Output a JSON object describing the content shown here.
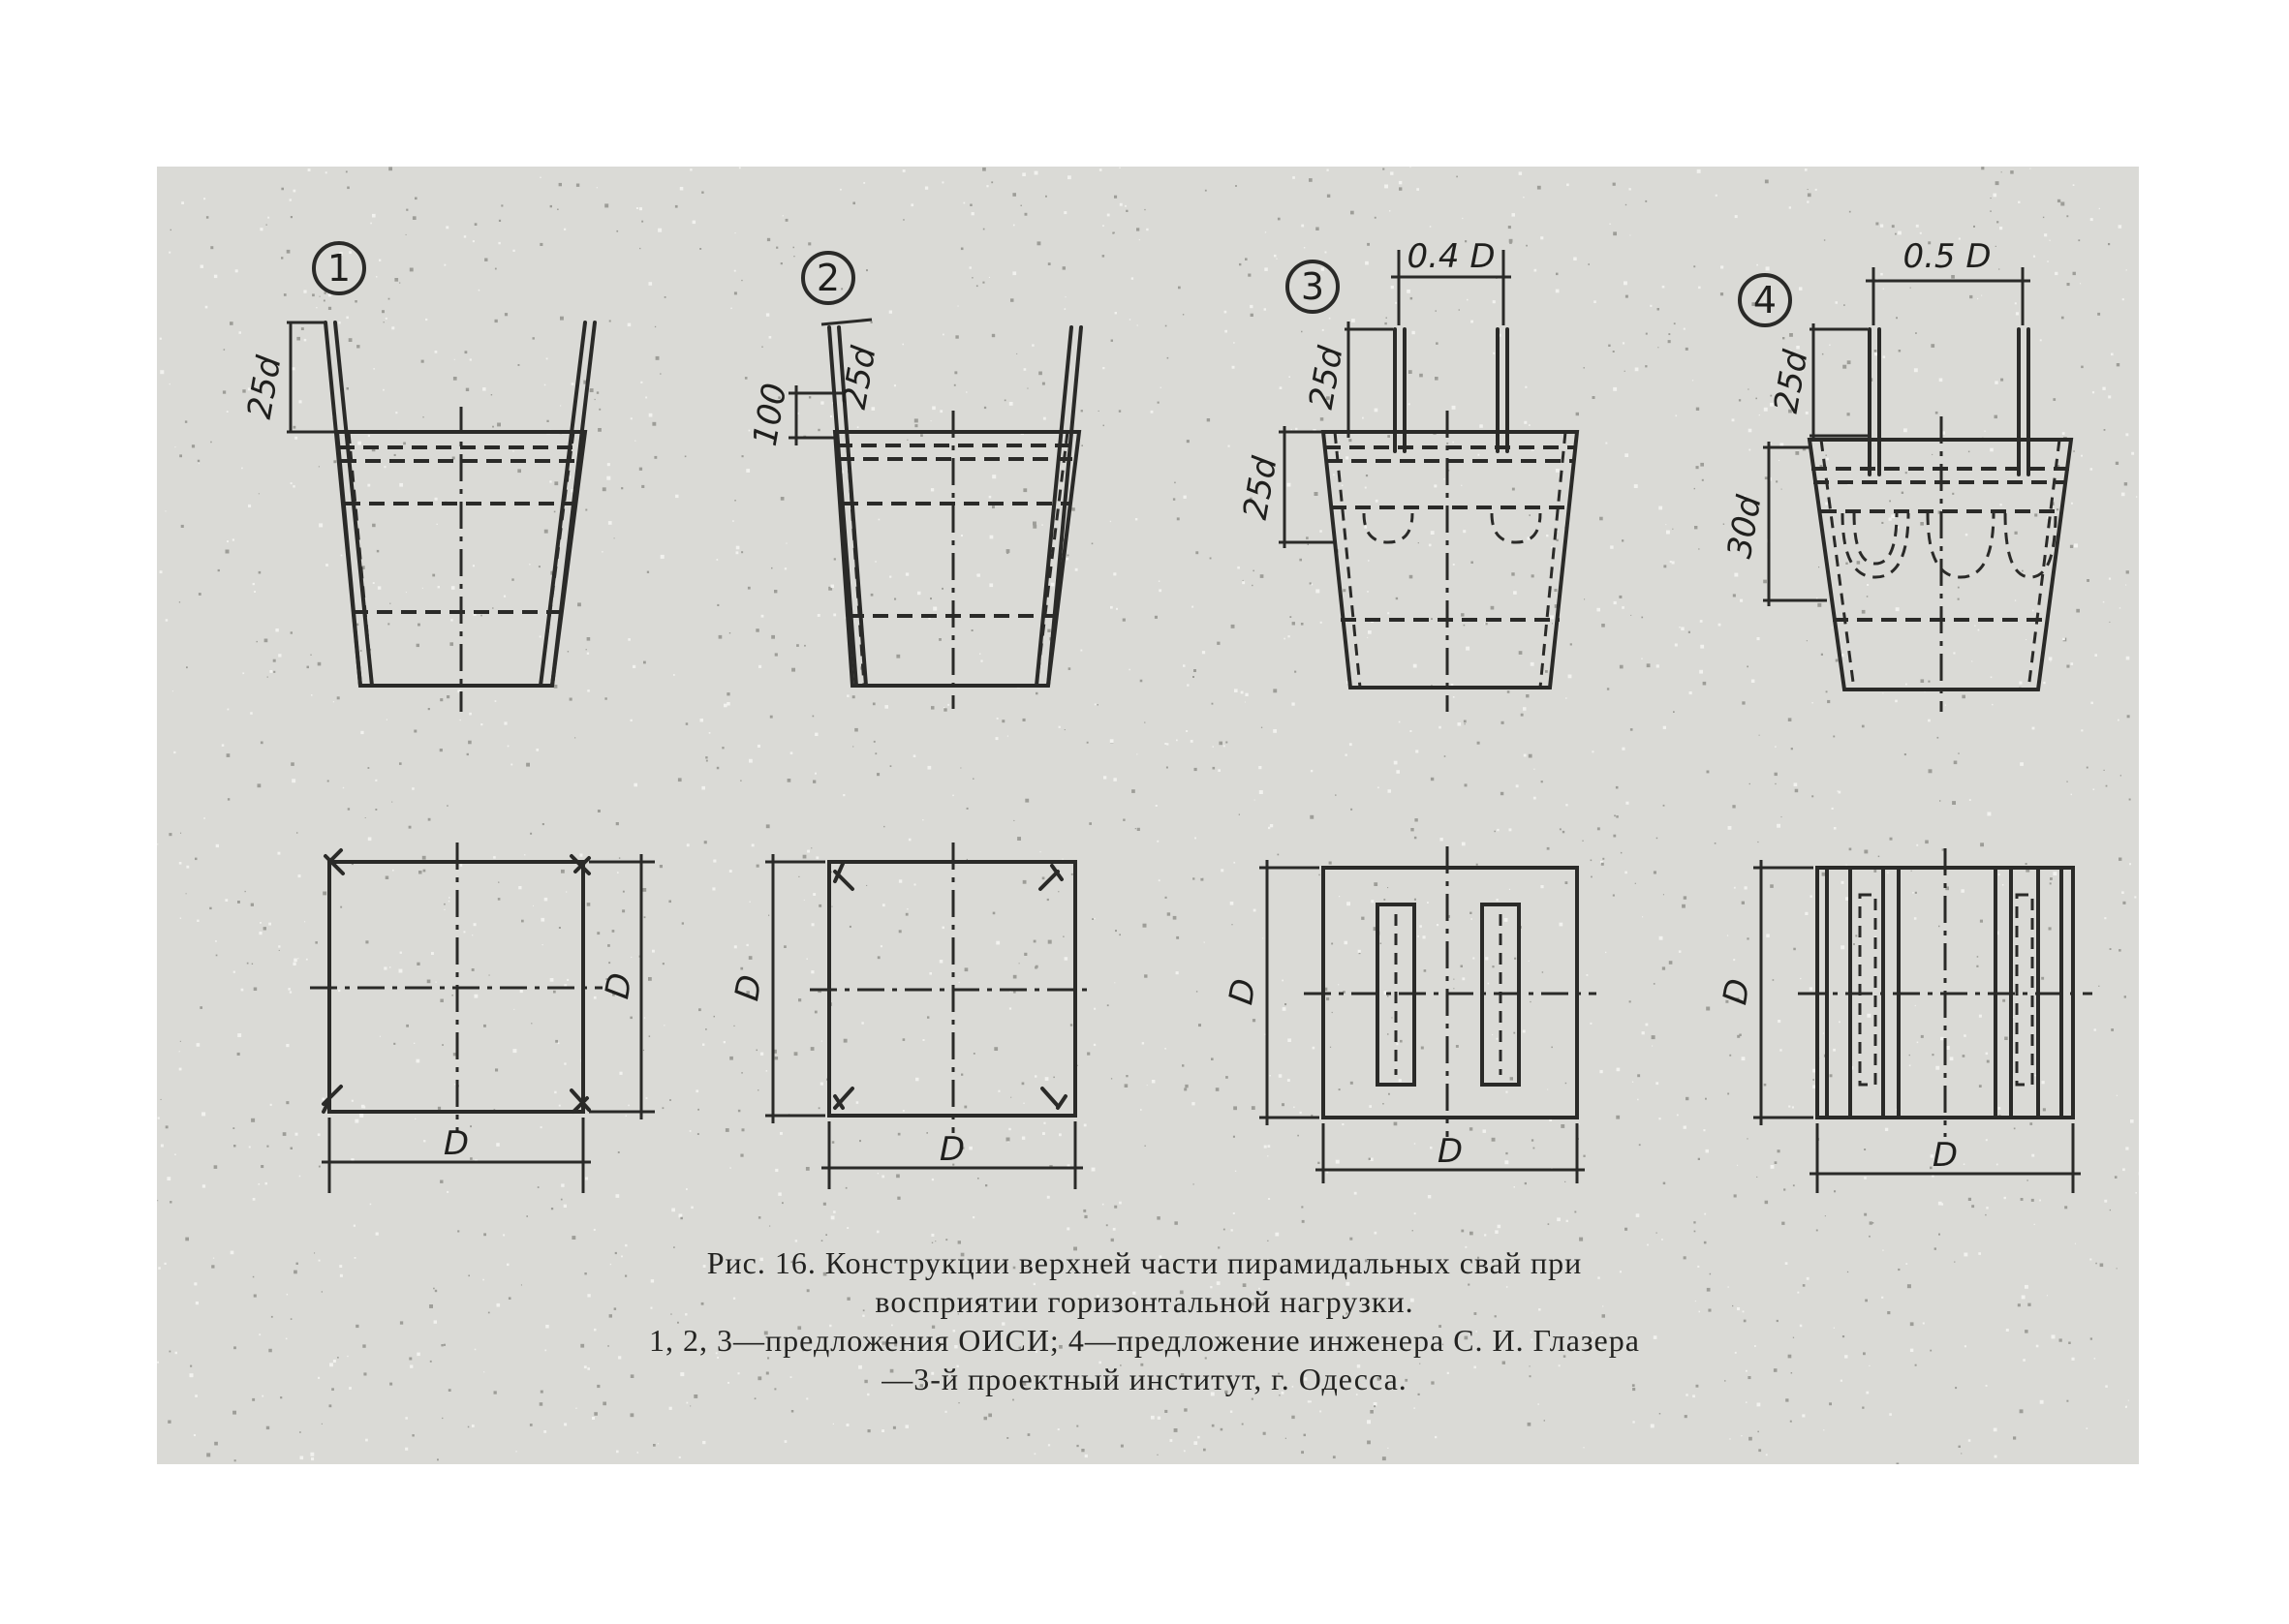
{
  "figures": [
    {
      "number": "1",
      "label_height": "25d",
      "label_plan": "D",
      "label_plan_side": "D"
    },
    {
      "number": "2",
      "label_offset": "100",
      "label_height": "25d",
      "label_plan": "D",
      "label_plan_side": "D"
    },
    {
      "number": "3",
      "label_spacing": "0.4 D",
      "label_height": "25d",
      "label_depth": "25d",
      "label_plan": "D",
      "label_plan_side": "D"
    },
    {
      "number": "4",
      "label_spacing": "0.5 D",
      "label_height": "25d",
      "label_depth": "30d",
      "label_plan": "D",
      "label_plan_side": "D"
    }
  ],
  "caption": {
    "line1": "Рис. 16. Конструкции верхней части пирамидальных свай при",
    "line2": "восприятии горизонтальной нагрузки.",
    "line3": "1, 2, 3—предложения ОИСИ; 4—предложение инженера С. И. Глазера",
    "line4": "—3-й проектный институт, г. Одесса."
  }
}
